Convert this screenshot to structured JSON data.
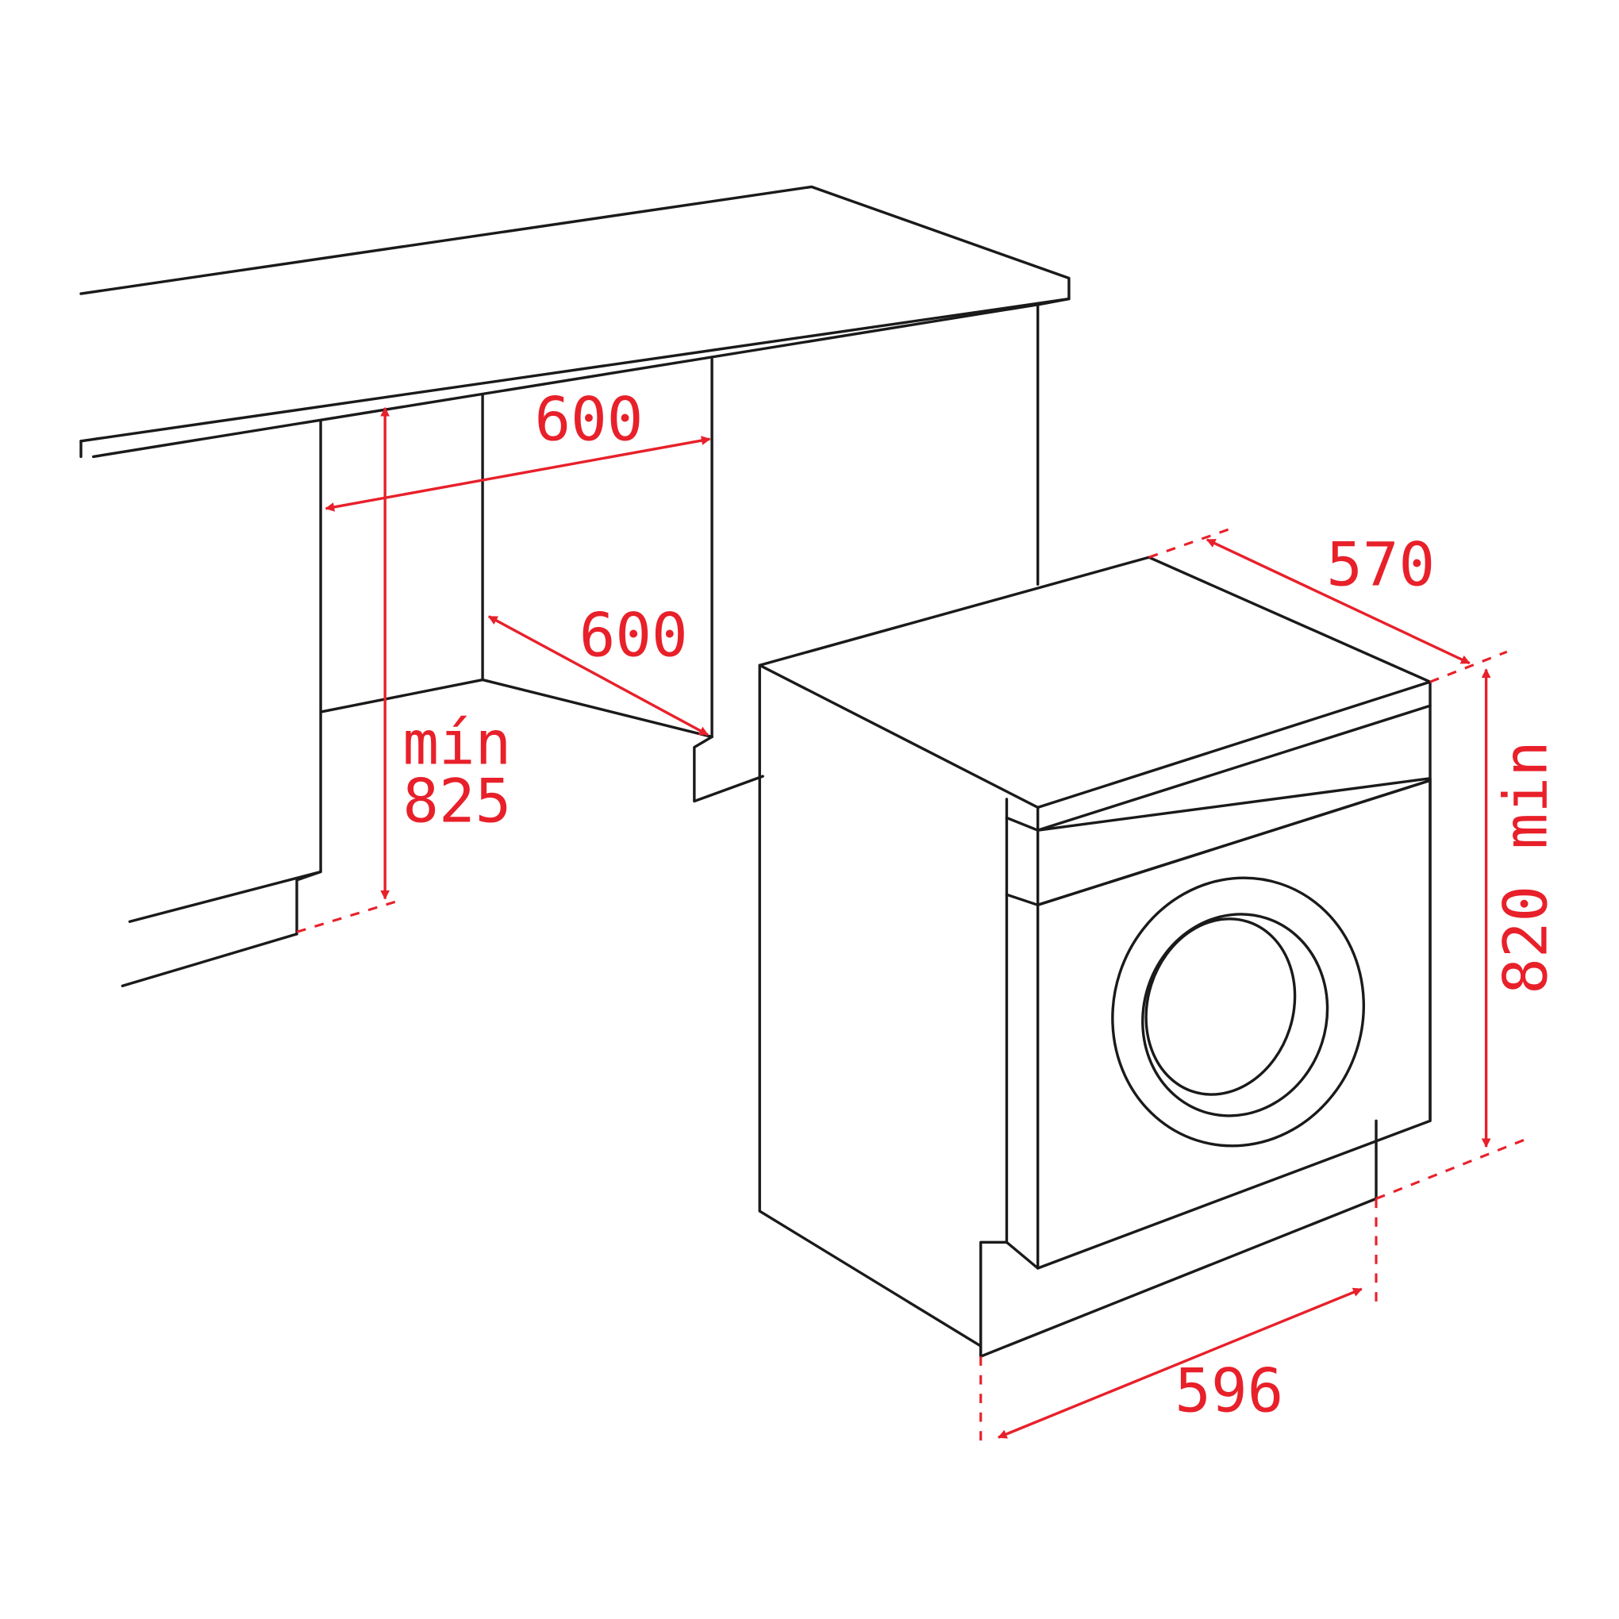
{
  "colors": {
    "line": "#1a1a1a",
    "dimension": "#e8202a",
    "background": "#ffffff"
  },
  "dimensions": {
    "niche_width": "600",
    "niche_depth": "600",
    "niche_height_line1": "mín",
    "niche_height_line2": "825",
    "appliance_depth": "570",
    "appliance_height": "820 min",
    "appliance_width": "596"
  }
}
